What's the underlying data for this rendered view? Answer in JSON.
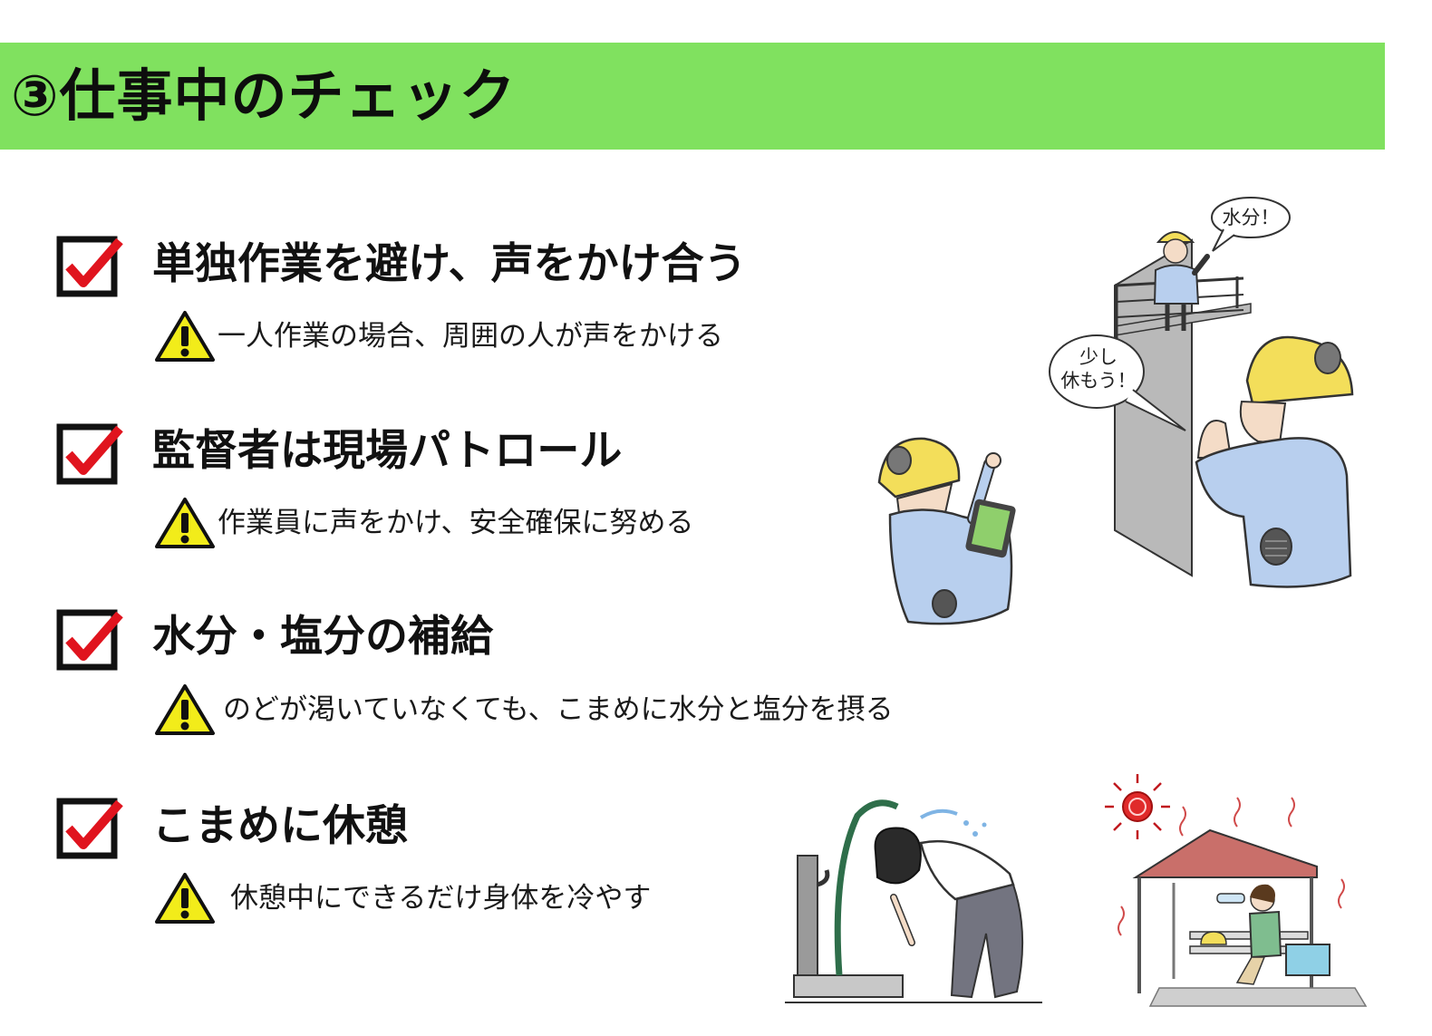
{
  "header": {
    "title": "③仕事中のチェック"
  },
  "items": [
    {
      "title": "単独作業を避け、声をかけ合う",
      "desc": "一人作業の場合、周囲の人が声をかける"
    },
    {
      "title": "監督者は現場パトロール",
      "desc": "作業員に声をかけ、安全確保に努める"
    },
    {
      "title": "水分・塩分の補給",
      "desc": "のどが渇いていなくても、こまめに水分と塩分を摂る"
    },
    {
      "title": "こまめに休憩",
      "desc": "休憩中にできるだけ身体を冷やす"
    }
  ],
  "illustrations": {
    "speech_bubble_1": "水分！",
    "speech_bubble_2_line1": "少し",
    "speech_bubble_2_line2": "休もう！"
  },
  "icons": [
    "checkbox-checked-icon",
    "warning-triangle-icon"
  ],
  "colors": {
    "header_band": "#80e15f",
    "check_mark": "#e0141e",
    "warning_fill": "#f2ec1a",
    "jacket": "#b8cfee",
    "helmet": "#f3de5a"
  }
}
